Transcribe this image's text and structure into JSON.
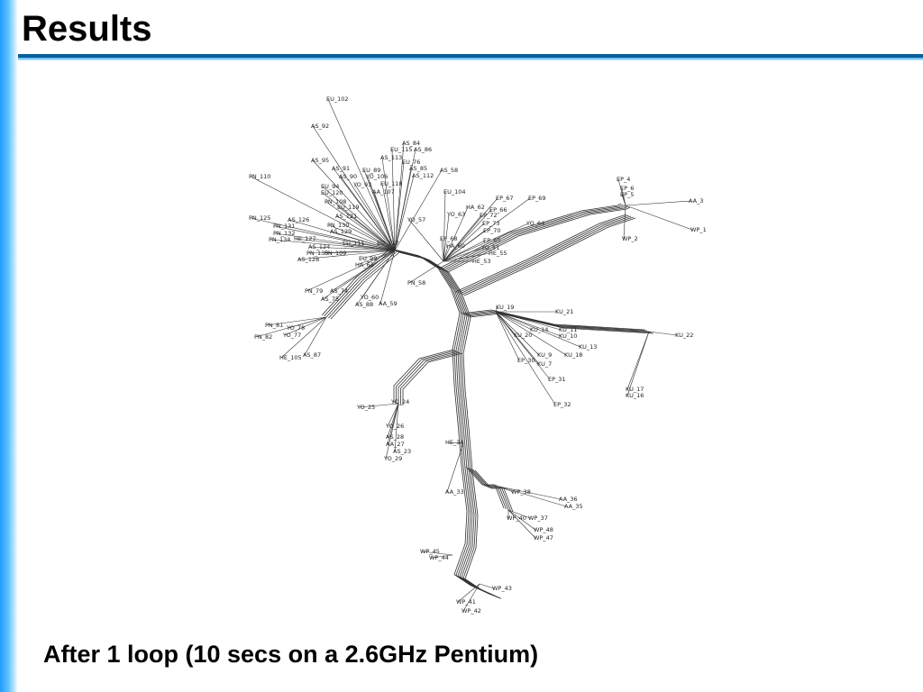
{
  "slide": {
    "title": "Results",
    "caption": "After 1 loop (10 secs on a 2.6GHz Pentium)"
  },
  "colors": {
    "accent_bar": "#1e9cff",
    "rule": "#0a5f9a",
    "network_line": "#333333"
  },
  "network": {
    "leaves": [
      "EU_102",
      "AS_92",
      "AS_84",
      "EU_115",
      "AS_86",
      "AS_113",
      "AS_95",
      "EU_76",
      "AS_91",
      "EU_89",
      "AS_85",
      "AS_90",
      "YO_106",
      "AS_112",
      "AS_58",
      "PN_110",
      "EU_94",
      "YO_93",
      "EU_118",
      "EU_120",
      "AA_107",
      "EU_104",
      "PN_108",
      "EU_119",
      "EP_67",
      "EP_69",
      "HA_62",
      "EP_66",
      "EP_4",
      "EP_6",
      "EP_5",
      "AA_3",
      "PN_125",
      "AS_126",
      "AS_121",
      "YO_57",
      "YO_63",
      "EP_72",
      "PN_131",
      "PN_130",
      "EP_73",
      "YO_64",
      "WP_1",
      "PN_132",
      "AS_129",
      "PN_134",
      "HE_127",
      "EP_70",
      "EU_111",
      "EU_117",
      "EP_68",
      "HA_60",
      "EP_65",
      "WP_2",
      "AS_124",
      "PN_135",
      "PN_109",
      "AS_128",
      "YO_51",
      "HE_55",
      "HE_53",
      "EU_99",
      "HA_61",
      "PN_58",
      "PN_79",
      "AS_74",
      "YO_60",
      "AA_59",
      "AS_75",
      "AS_88",
      "KU_21",
      "KU_19",
      "KU_14",
      "KU_11",
      "KU_20",
      "KU_10",
      "KU_22",
      "PN_81",
      "YO_78",
      "PN_82",
      "YO_77",
      "KU_13",
      "KU_9",
      "KU_18",
      "HE_105",
      "AS_87",
      "EP_30",
      "KU_7",
      "EP_31",
      "KU_17",
      "KU_16",
      "EP_32",
      "YO_25",
      "YO_24",
      "YO_26",
      "AS_28",
      "AA_27",
      "AS_23",
      "YO_29",
      "HE_34",
      "AA_33",
      "WP_38",
      "AA_36",
      "AA_35",
      "WP_40",
      "WP_37",
      "WP_48",
      "WP_47",
      "WP_45",
      "WP_44",
      "WP_43",
      "WP_41",
      "WP_42"
    ]
  }
}
